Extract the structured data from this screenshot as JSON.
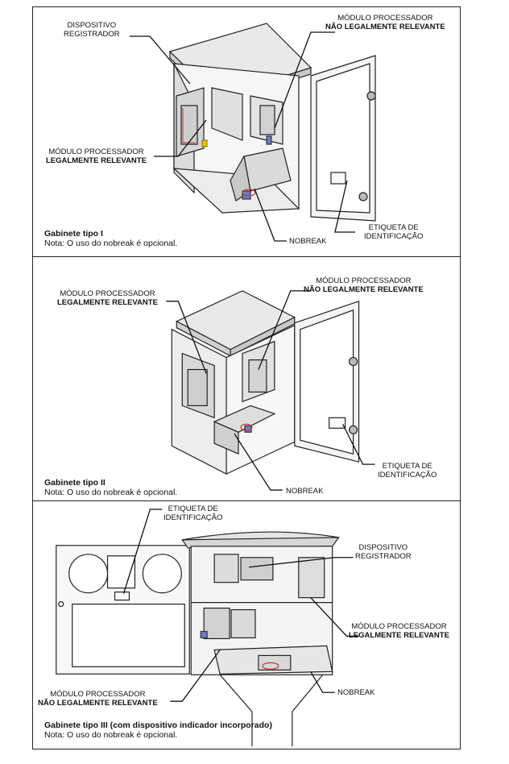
{
  "cabinets": [
    {
      "title": "Gabinete tipo I",
      "note": "Nota: O uso do nobreak é opcional.",
      "labels": {
        "registrador_l1": "DISPOSITIVO",
        "registrador_l2": "REGISTRADOR",
        "nlr_l1": "MÓDULO PROCESSADOR",
        "nlr_l2": "NÃO LEGALMENTE RELEVANTE",
        "lr_l1": "MÓDULO PROCESSADOR",
        "lr_l2": "LEGALMENTE RELEVANTE",
        "etiqueta_l1": "ETIQUETA DE",
        "etiqueta_l2": "IDENTIFICAÇÃO",
        "nobreak": "NOBREAK"
      }
    },
    {
      "title": "Gabinete tipo II",
      "note": "Nota: O uso do nobreak é opcional.",
      "labels": {
        "lr_l1": "MÓDULO PROCESSADOR",
        "lr_l2": "LEGALMENTE RELEVANTE",
        "nlr_l1": "MÓDULO PROCESSADOR",
        "nlr_l2": "NÃO LEGALMENTE RELEVANTE",
        "etiqueta_l1": "ETIQUETA DE",
        "etiqueta_l2": "IDENTIFICAÇÃO",
        "nobreak": "NOBREAK"
      }
    },
    {
      "title": "Gabinete tipo III (com dispositivo indicador incorporado)",
      "note": "Nota: O uso do nobreak é opcional.",
      "labels": {
        "etiqueta_l1": "ETIQUETA DE",
        "etiqueta_l2": "IDENTIFICAÇÃO",
        "registrador_l1": "DISPOSITIVO",
        "registrador_l2": "REGISTRADOR",
        "lr_l1": "MÓDULO PROCESSADOR",
        "lr_l2": "LEGALMENTE RELEVANTE",
        "nlr_l1": "MÓDULO PROCESSADOR",
        "nlr_l2": "NÃO LEGALMENTE RELEVANTE",
        "nobreak": "NOBREAK"
      }
    }
  ]
}
